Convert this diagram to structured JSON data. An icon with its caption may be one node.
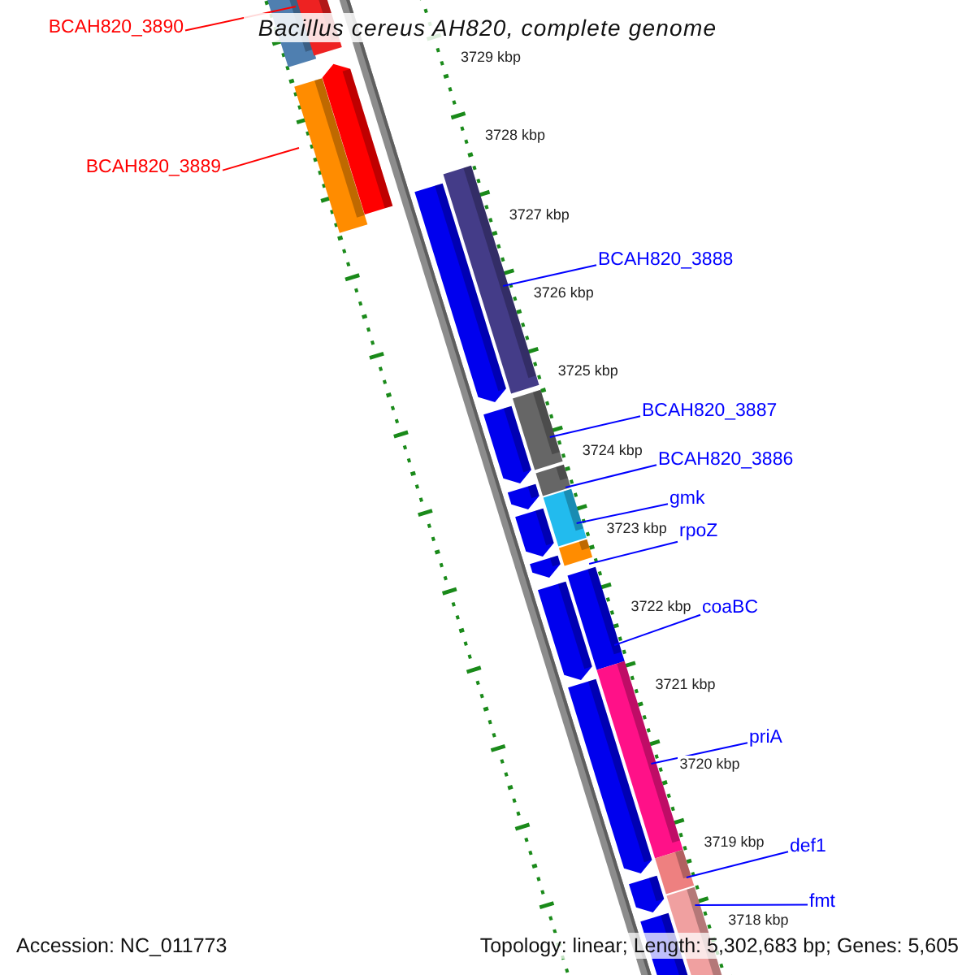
{
  "diagram": {
    "title": "Bacillus cereus AH820, complete genome",
    "nodes": [
      {
        "text": [
          "BCAH820_3890"
        ]
      },
      {
        "text": [
          "BCAH820_3889"
        ]
      },
      {
        "text": [
          "BCAH820_3888"
        ]
      },
      {
        "text": [
          "BCAH820_3887"
        ]
      },
      {
        "text": [
          "BCAH820_3886"
        ]
      },
      {
        "text": [
          "gmk"
        ]
      },
      {
        "text": [
          "rpoZ"
        ]
      },
      {
        "text": [
          "coaBC"
        ]
      },
      {
        "text": [
          "priA"
        ]
      },
      {
        "text": [
          "def1"
        ]
      },
      {
        "text": [
          "fmt"
        ]
      }
    ],
    "edges": [
      {
        "from": 0,
        "to": null,
        "arrow": "none",
        "color": "#ff0000"
      },
      {
        "from": 1,
        "to": null,
        "arrow": "none",
        "color": "#ff0000"
      },
      {
        "from": 2,
        "to": null,
        "arrow": "none"
      },
      {
        "from": 3,
        "to": null,
        "arrow": "none"
      },
      {
        "from": 4,
        "to": null,
        "arrow": "none"
      },
      {
        "from": 5,
        "to": null,
        "arrow": "none"
      },
      {
        "from": 6,
        "to": null,
        "arrow": "none"
      },
      {
        "from": 7,
        "to": null,
        "arrow": "none"
      },
      {
        "from": 8,
        "to": null,
        "arrow": "none"
      },
      {
        "from": 9,
        "to": null,
        "arrow": "none"
      },
      {
        "from": 10,
        "to": null,
        "arrow": "none"
      }
    ],
    "labels": [
      "3729 kbp",
      "3728 kbp",
      "3727 kbp",
      "3726 kbp",
      "3725 kbp",
      "3724 kbp",
      "3723 kbp",
      "3722 kbp",
      "3721 kbp",
      "3720 kbp",
      "3719 kbp",
      "3718 kbp",
      "Accession: NC_011773",
      "Topology: linear; Length: 5,302,683 bp; Genes: 5,605"
    ]
  }
}
